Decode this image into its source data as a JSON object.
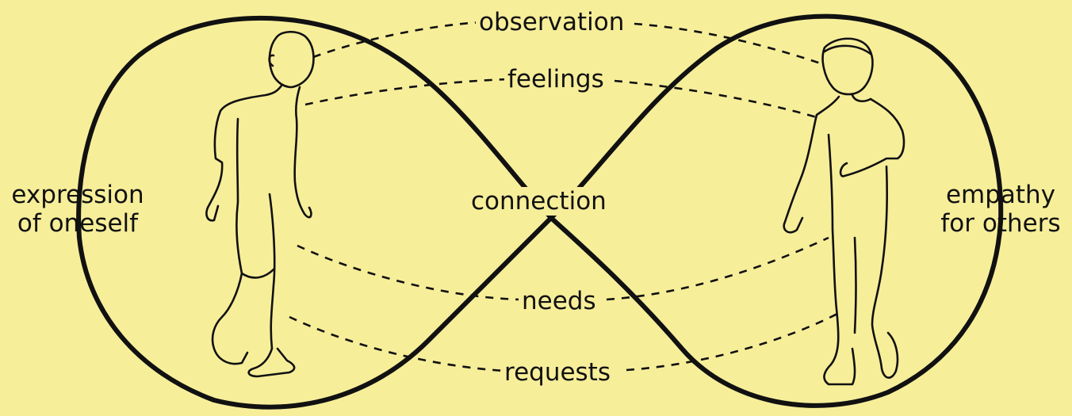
{
  "labels": {
    "left": [
      "expression",
      "of oneself"
    ],
    "right": [
      "empathy",
      "for others"
    ],
    "center": "connection",
    "observation": "observation",
    "feelings": "feelings",
    "needs": "needs",
    "requests": "requests"
  },
  "colors": {
    "background": "#f7ee9a",
    "ink": "#111111"
  }
}
